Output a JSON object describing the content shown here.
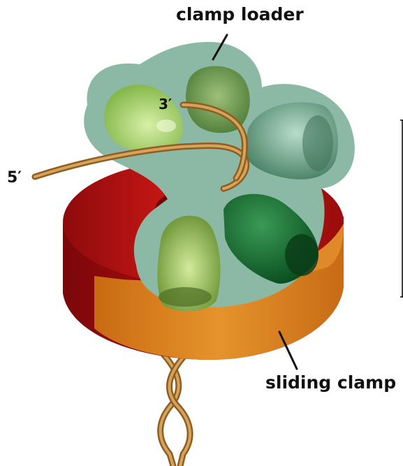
{
  "labels": {
    "clamp_loader": "clamp loader",
    "sliding_clamp": "sliding clamp",
    "three_prime": "3′",
    "five_prime": "5′"
  },
  "colors": {
    "clamp_red": "#b20d0f",
    "clamp_orange": "#d9821e",
    "loader_halo": "#8bb9a5",
    "dna": "#b7813a",
    "subunit_light": "#a7d46b",
    "subunit_mid": "#6f9c52",
    "subunit_teal": "#5f9a7d",
    "subunit_dark": "#0f6b2d",
    "subunit_olive": "#7fa444",
    "side_bracket": "#000000"
  }
}
